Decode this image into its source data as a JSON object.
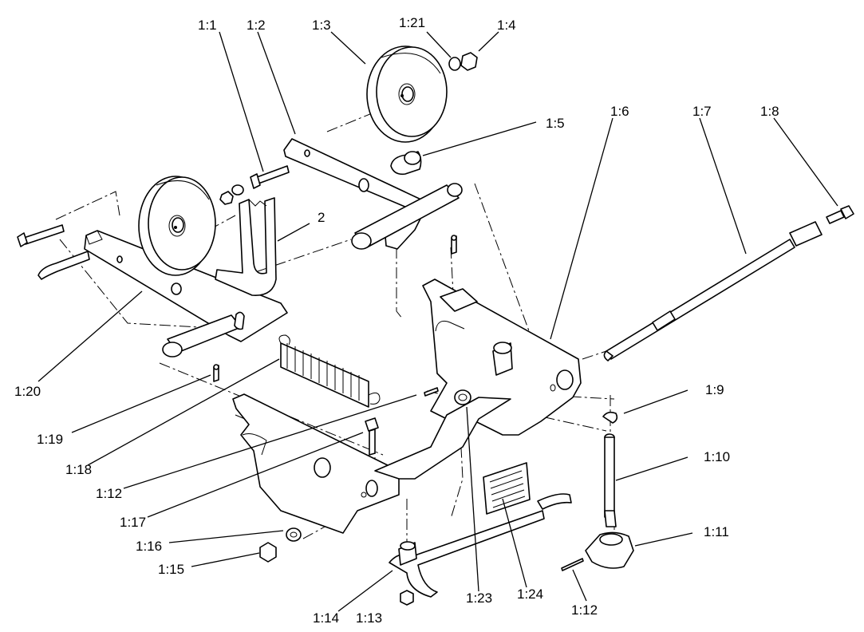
{
  "callouts": [
    {
      "id": "c-1-1",
      "text": "1:1"
    },
    {
      "id": "c-1-2",
      "text": "1:2"
    },
    {
      "id": "c-1-3",
      "text": "1:3"
    },
    {
      "id": "c-1-21",
      "text": "1:21"
    },
    {
      "id": "c-1-4",
      "text": "1:4"
    },
    {
      "id": "c-1-5",
      "text": "1:5"
    },
    {
      "id": "c-1-6",
      "text": "1:6"
    },
    {
      "id": "c-1-7",
      "text": "1:7"
    },
    {
      "id": "c-1-8",
      "text": "1:8"
    },
    {
      "id": "c-2",
      "text": "2"
    },
    {
      "id": "c-1-20",
      "text": "1:20"
    },
    {
      "id": "c-1-19",
      "text": "1:19"
    },
    {
      "id": "c-1-18",
      "text": "1:18"
    },
    {
      "id": "c-1-12a",
      "text": "1:12"
    },
    {
      "id": "c-1-17",
      "text": "1:17"
    },
    {
      "id": "c-1-16",
      "text": "1:16"
    },
    {
      "id": "c-1-15",
      "text": "1:15"
    },
    {
      "id": "c-1-14",
      "text": "1:14"
    },
    {
      "id": "c-1-13",
      "text": "1:13"
    },
    {
      "id": "c-1-23",
      "text": "1:23"
    },
    {
      "id": "c-1-24",
      "text": "1:24"
    },
    {
      "id": "c-1-9",
      "text": "1:9"
    },
    {
      "id": "c-1-10",
      "text": "1:10"
    },
    {
      "id": "c-1-11",
      "text": "1:11"
    },
    {
      "id": "c-1-12b",
      "text": "1:12"
    }
  ]
}
